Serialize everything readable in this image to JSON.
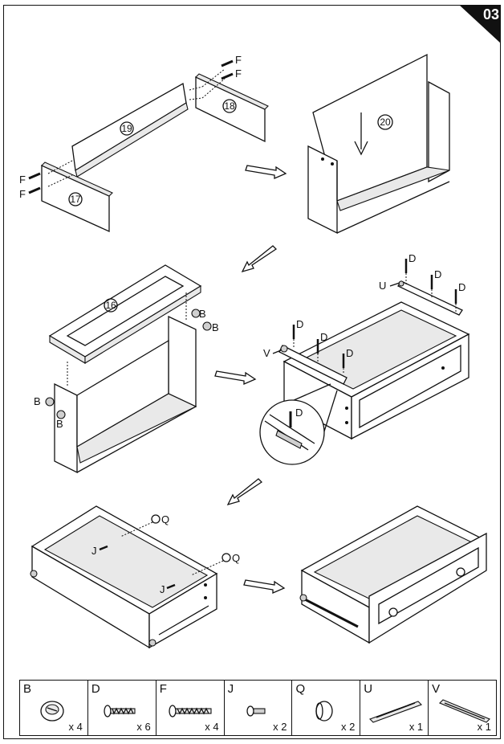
{
  "step": {
    "number": "03"
  },
  "callouts": {
    "B": "B",
    "D": "D",
    "F": "F",
    "J": "J",
    "Q": "Q",
    "U": "U",
    "V": "V"
  },
  "panels": {
    "p16": "16",
    "p17": "17",
    "p18": "18",
    "p19": "19",
    "p20": "20"
  },
  "parts": [
    {
      "letter": "B",
      "qty": "x 4",
      "icon": "cam-lock-icon"
    },
    {
      "letter": "D",
      "qty": "x 6",
      "icon": "short-screw-icon"
    },
    {
      "letter": "F",
      "qty": "x 4",
      "icon": "long-screw-icon"
    },
    {
      "letter": "J",
      "qty": "x 2",
      "icon": "small-screw-icon"
    },
    {
      "letter": "Q",
      "qty": "x 2",
      "icon": "knob-icon"
    },
    {
      "letter": "U",
      "qty": "x 1",
      "icon": "drawer-slide-icon"
    },
    {
      "letter": "V",
      "qty": "x 1",
      "icon": "drawer-slide-icon"
    }
  ]
}
